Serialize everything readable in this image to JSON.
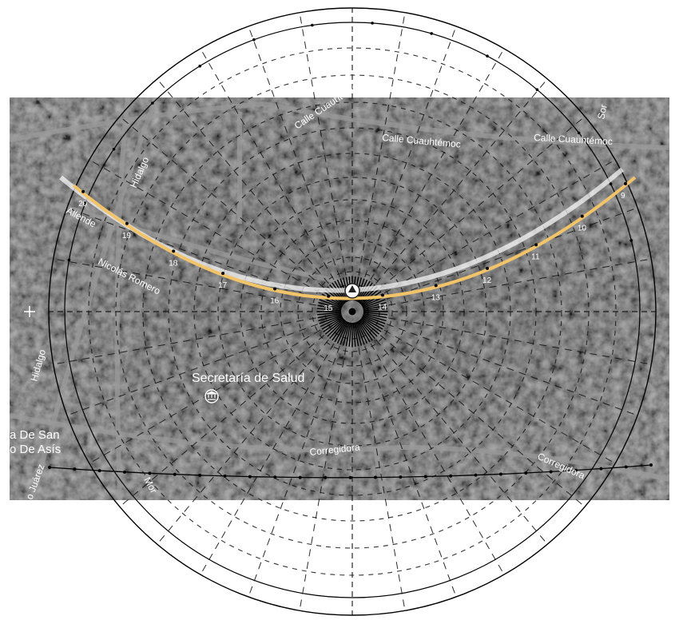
{
  "map": {
    "streets": [
      {
        "id": "cuauhtemoc-1",
        "label": "Calle Cuauhtémoc"
      },
      {
        "id": "cuauhtemoc-2",
        "label": "Calle Cuauhtémoc"
      },
      {
        "id": "cuauhtemoc-3",
        "label": "Calle Cuauhtémoc"
      },
      {
        "id": "hidalgo-1",
        "label": "Hidalgo"
      },
      {
        "id": "hidalgo-2",
        "label": "Hidalgo"
      },
      {
        "id": "allende",
        "label": "Allende"
      },
      {
        "id": "nicolas-romero",
        "label": "Nicolás Romero"
      },
      {
        "id": "corregidora-1",
        "label": "Corregidora"
      },
      {
        "id": "corregidora-2",
        "label": "Corregidora"
      },
      {
        "id": "juarez",
        "label": "o Juárez"
      },
      {
        "id": "mor",
        "label": "Mor"
      },
      {
        "id": "sor",
        "label": "Sor"
      }
    ],
    "places": [
      {
        "id": "secretaria-salud",
        "label": "Secretaría de Salud"
      },
      {
        "id": "san-francisco-1",
        "label": "a De San"
      },
      {
        "id": "san-francisco-2",
        "label": "o De Asís"
      }
    ]
  },
  "sun_path": {
    "color": "#f2c46a",
    "hour_labels": [
      "20",
      "19",
      "18",
      "17",
      "16",
      "15",
      "14",
      "13",
      "12",
      "11",
      "10",
      "9"
    ]
  },
  "center_icon": "sun-position-icon"
}
